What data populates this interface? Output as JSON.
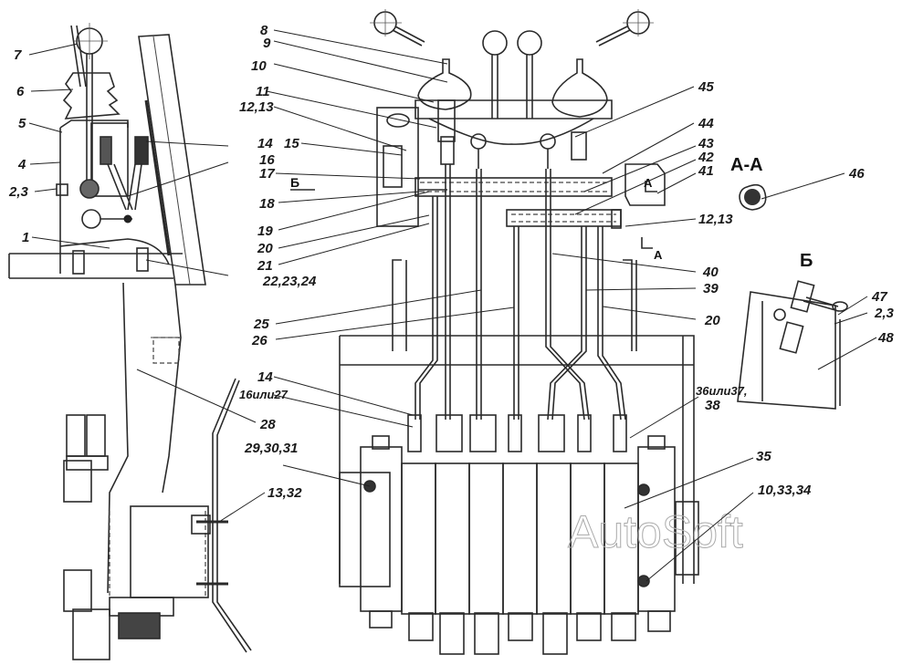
{
  "drawing": {
    "type": "assembly-drawing",
    "subject": "hydraulic distributor control levers assembly",
    "watermark": "AutoSoft",
    "section_labels": {
      "section_aa_title": "А-А",
      "section_aa_marker": "А",
      "section_b_title": "Б",
      "section_b_marker": "Б"
    },
    "callouts": {
      "c7": "7",
      "c6": "6",
      "c5": "5",
      "c4": "4",
      "c2_3_left": "2,3",
      "c1": "1",
      "c22_23_24": "22,23,24",
      "c8": "8",
      "c9": "9",
      "c10": "10",
      "c11": "11",
      "c12_13_top": "12,13",
      "c14_top": "14",
      "c15": "15",
      "c16": "16",
      "c17": "17",
      "c18": "18",
      "c19": "19",
      "c20_left": "20",
      "c21": "21",
      "c25": "25",
      "c26": "26",
      "c14_mid": "14",
      "c16_or_27": "16или27",
      "c28": "28",
      "c29_30_31": "29,30,31",
      "c13_32": "13,32",
      "c45": "45",
      "c44": "44",
      "c43": "43",
      "c42": "42",
      "c41": "41",
      "c12_13_right": "12,13",
      "c40": "40",
      "c39": "39",
      "c20_right": "20",
      "c36_37_38_a": "36или37,",
      "c36_37_38_b": "38",
      "c35": "35",
      "c10_33_34": "10,33,34",
      "c46": "46",
      "c47": "47",
      "c2_3_right": "2,3",
      "c48": "48"
    }
  }
}
